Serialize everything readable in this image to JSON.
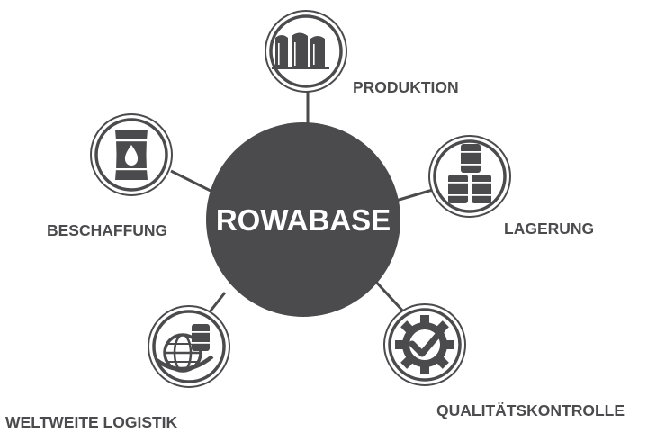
{
  "hub": {
    "title": "ROWABASE"
  },
  "colors": {
    "ink": "#4b4b4d",
    "background": "#ffffff"
  },
  "nodes": [
    {
      "id": "produktion",
      "label": "PRODUKTION",
      "icon": "storage-tanks-icon"
    },
    {
      "id": "lagerung",
      "label": "LAGERUNG",
      "icon": "stacked-barrels-icon"
    },
    {
      "id": "qualitaetskontrolle",
      "label": "QUALITÄTSKONTROLLE",
      "icon": "gear-checkmark-icon"
    },
    {
      "id": "weltweite-logistik",
      "label": "WELTWEITE LOGISTIK",
      "icon": "globe-barrel-icon"
    },
    {
      "id": "beschaffung",
      "label": "BESCHAFFUNG",
      "icon": "oil-barrel-icon"
    }
  ]
}
